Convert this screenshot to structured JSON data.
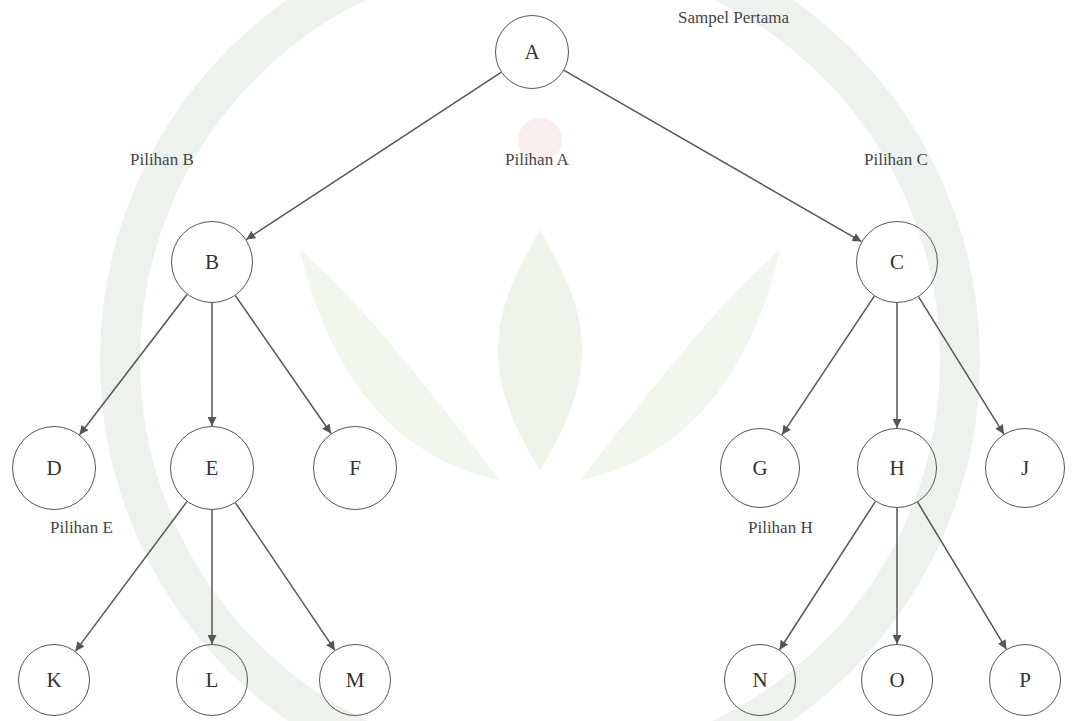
{
  "diagram": {
    "nodes": [
      {
        "text": [
          "A"
        ]
      },
      {
        "text": [
          "B"
        ]
      },
      {
        "text": [
          "C"
        ]
      },
      {
        "text": [
          "D"
        ]
      },
      {
        "text": [
          "E"
        ]
      },
      {
        "text": [
          "F"
        ]
      },
      {
        "text": [
          "G"
        ]
      },
      {
        "text": [
          "H"
        ]
      },
      {
        "text": [
          "J"
        ]
      },
      {
        "text": [
          "K"
        ]
      },
      {
        "text": [
          "L"
        ]
      },
      {
        "text": [
          "M"
        ]
      },
      {
        "text": [
          "N"
        ]
      },
      {
        "text": [
          "O"
        ]
      },
      {
        "text": [
          "P"
        ]
      }
    ],
    "edges": [
      {
        "from": 0,
        "to": 1,
        "arrow": "to"
      },
      {
        "from": 0,
        "to": 2,
        "arrow": "to"
      },
      {
        "from": 1,
        "to": 3,
        "arrow": "to"
      },
      {
        "from": 1,
        "to": 4,
        "arrow": "to"
      },
      {
        "from": 1,
        "to": 5,
        "arrow": "to"
      },
      {
        "from": 2,
        "to": 6,
        "arrow": "to"
      },
      {
        "from": 2,
        "to": 7,
        "arrow": "to"
      },
      {
        "from": 2,
        "to": 8,
        "arrow": "to"
      },
      {
        "from": 4,
        "to": 9,
        "arrow": "to"
      },
      {
        "from": 4,
        "to": 10,
        "arrow": "to"
      },
      {
        "from": 4,
        "to": 11,
        "arrow": "to"
      },
      {
        "from": 7,
        "to": 12,
        "arrow": "to"
      },
      {
        "from": 7,
        "to": 13,
        "arrow": "to"
      },
      {
        "from": 7,
        "to": 14,
        "arrow": "to"
      }
    ],
    "labels": [
      "Sampel Pertama",
      "Pilihan B",
      "Pilihan A",
      "Pilihan C",
      "Pilihan E",
      "Pilihan H"
    ]
  }
}
